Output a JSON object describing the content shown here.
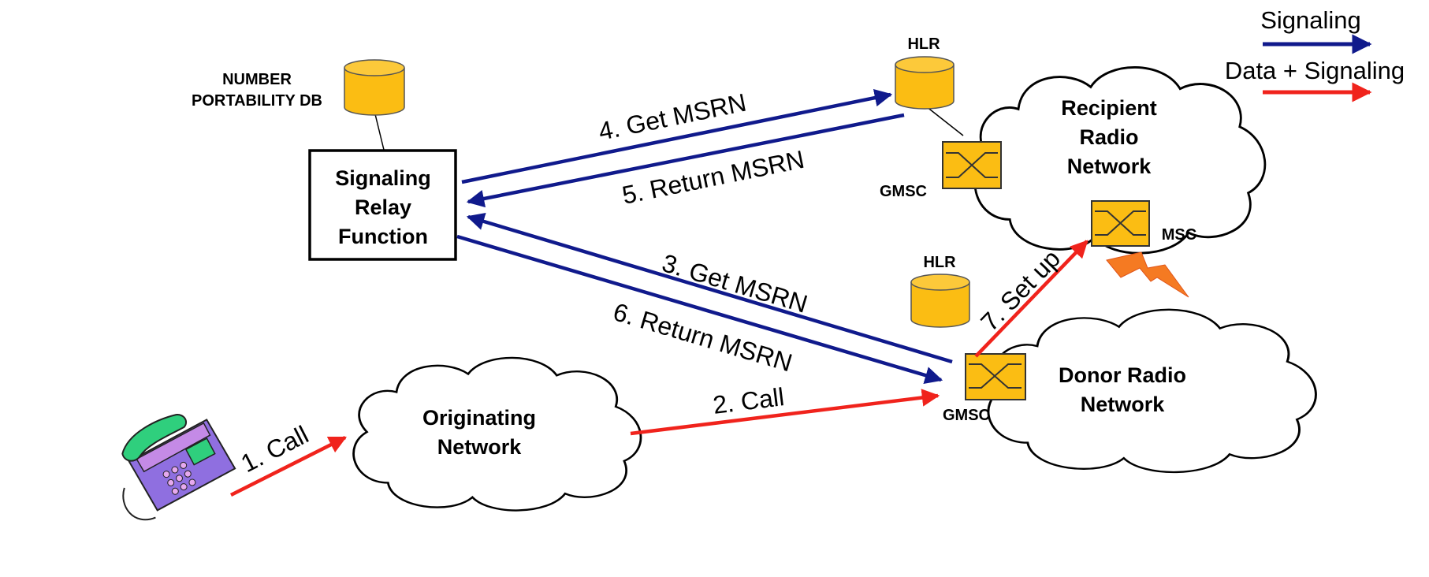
{
  "legend": {
    "signaling": {
      "label": "Signaling",
      "color": "#101a8c"
    },
    "data_signaling": {
      "label": "Data + Signaling",
      "color": "#f0231c"
    }
  },
  "nodes": {
    "srf": {
      "lines": [
        "Signaling",
        "Relay",
        "Function"
      ]
    },
    "npdb": {
      "lines": [
        "NUMBER",
        "PORTABILITY DB"
      ]
    },
    "originating": {
      "lines": [
        "Originating",
        "Network"
      ]
    },
    "recipient": {
      "lines": [
        "Recipient",
        "Radio",
        "Network"
      ]
    },
    "donor": {
      "lines": [
        "Donor Radio",
        "Network"
      ]
    },
    "hlr_recipient": {
      "label": "HLR"
    },
    "hlr_donor": {
      "label": "HLR"
    },
    "gmsc_recipient": {
      "label": "GMSC"
    },
    "gmsc_donor": {
      "label": "GMSC"
    },
    "msc_recipient": {
      "label": "MSC"
    }
  },
  "messages": [
    {
      "step": "1",
      "label": "1. Call",
      "kind": "data_signaling"
    },
    {
      "step": "2",
      "label": "2. Call",
      "kind": "data_signaling"
    },
    {
      "step": "3",
      "label": "3. Get MSRN",
      "kind": "signaling"
    },
    {
      "step": "4",
      "label": "4. Get MSRN",
      "kind": "signaling"
    },
    {
      "step": "5",
      "label": "5. Return MSRN",
      "kind": "signaling"
    },
    {
      "step": "6",
      "label": "6. Return MSRN",
      "kind": "signaling"
    },
    {
      "step": "7",
      "label": "7. Set up",
      "kind": "data_signaling"
    }
  ],
  "colors": {
    "database_fill": "#fbbd13",
    "switch_fill": "#fbbd13",
    "lightning": "#f57a22",
    "phone_body": "#8f6fe0",
    "phone_screen": "#2fcf7d"
  }
}
